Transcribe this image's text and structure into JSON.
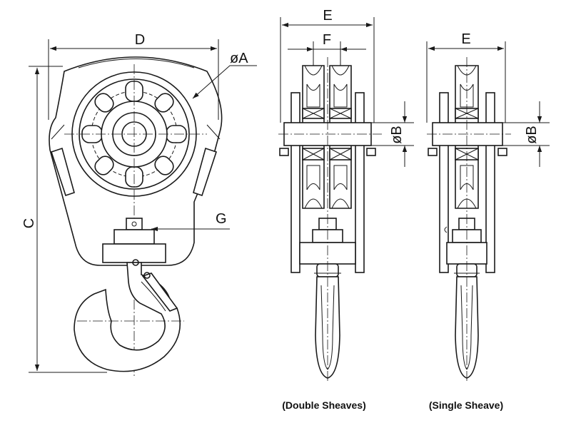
{
  "labels": {
    "D": "D",
    "A": "øA",
    "C": "C",
    "G": "G",
    "E_double": "E",
    "F": "F",
    "B_double": "øB",
    "E_single": "E",
    "B_single": "øB"
  },
  "captions": {
    "double": "(Double Sheaves)",
    "single": "(Single Sheave)"
  },
  "colors": {
    "line": "#1a1a1a",
    "background": "#ffffff"
  }
}
